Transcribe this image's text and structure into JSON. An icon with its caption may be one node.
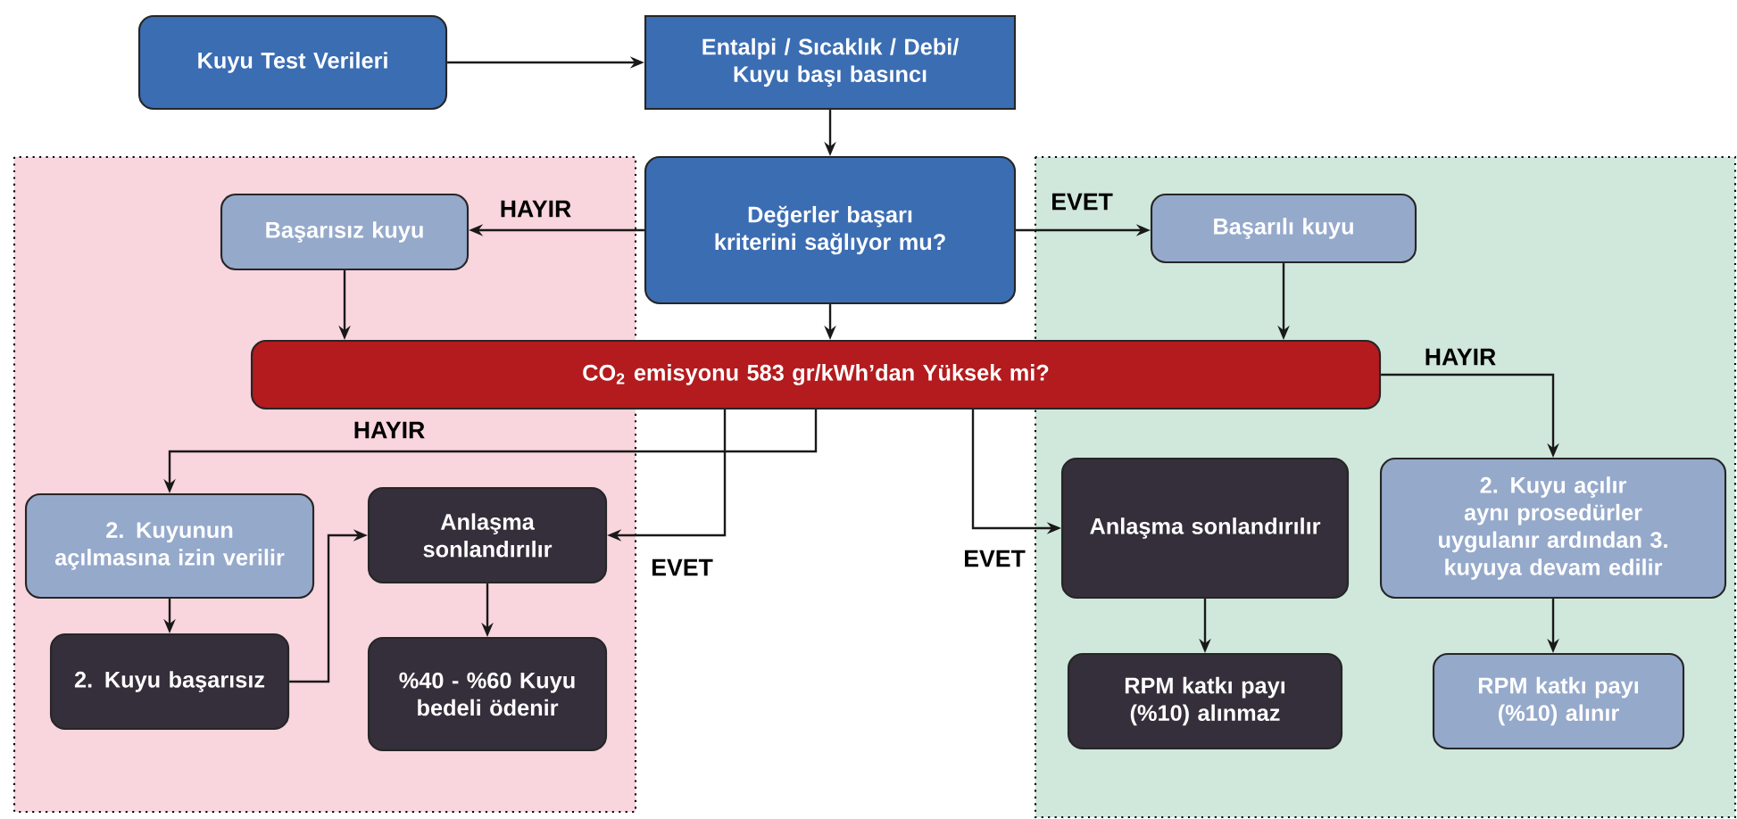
{
  "diagram": {
    "nodes": [
      {
        "text": [
          "Kuyu Test Verileri"
        ]
      },
      {
        "text": [
          "Entalpi / Sıcaklık / Debi/ Kuyu başı basıncı"
        ]
      },
      {
        "text": [
          "Değerler başarı kriterini sağlıyor mu?"
        ]
      },
      {
        "text": [
          "Başarısız kuyu"
        ]
      },
      {
        "text": [
          "Başarılı kuyu"
        ]
      },
      {
        "text": [
          "CO$_{2}$ emisyonu 583 gr/kWh’dan Yüksek mi?"
        ]
      },
      {
        "text": [
          "2. Kuyunun açılmasına izin verilir"
        ]
      },
      {
        "text": [
          "Anlaşma sonlandırılır"
        ]
      },
      {
        "text": [
          "2. Kuyu başarısız"
        ]
      },
      {
        "text": [
          "%40 - %60 Kuyu bedeli ödenir"
        ]
      },
      {
        "text": [
          "Anlaşma sonlandırılır"
        ]
      },
      {
        "text": [
          "2. Kuyu açılır aynı prosedürler uygulanır ardından 3. kuyuya devam edilir"
        ]
      },
      {
        "text": [
          "RPM katkı payı (%10) alınmaz"
        ]
      },
      {
        "text": [
          "RPM katkı payı (%10) alınır"
        ]
      }
    ],
    "edges": [
      {
        "from": 0,
        "to": 1,
        "arrow": "to"
      },
      {
        "from": 1,
        "to": 2,
        "arrow": "to"
      },
      {
        "from": 2,
        "to": 3,
        "arrow": "to",
        "label": "HAYIR"
      },
      {
        "from": 2,
        "to": 4,
        "arrow": "to",
        "label": "EVET"
      },
      {
        "from": 3,
        "to": 5,
        "arrow": "to"
      },
      {
        "from": 2,
        "to": 5,
        "arrow": "to"
      },
      {
        "from": 4,
        "to": 5,
        "arrow": "to"
      },
      {
        "from": 5,
        "to": 6,
        "arrow": "to",
        "label": "HAYIR"
      },
      {
        "from": 5,
        "to": 7,
        "arrow": "to",
        "label": "EVET"
      },
      {
        "from": 5,
        "to": 10,
        "arrow": "to",
        "label": "EVET"
      },
      {
        "from": 5,
        "to": 11,
        "arrow": "to",
        "label": "HAYIR"
      },
      {
        "from": 6,
        "to": 8,
        "arrow": "to"
      },
      {
        "from": 8,
        "to": 7,
        "arrow": "to"
      },
      {
        "from": 7,
        "to": 9,
        "arrow": "to"
      },
      {
        "from": 10,
        "to": 12,
        "arrow": "to"
      },
      {
        "from": 11,
        "to": 13,
        "arrow": "to"
      }
    ]
  }
}
